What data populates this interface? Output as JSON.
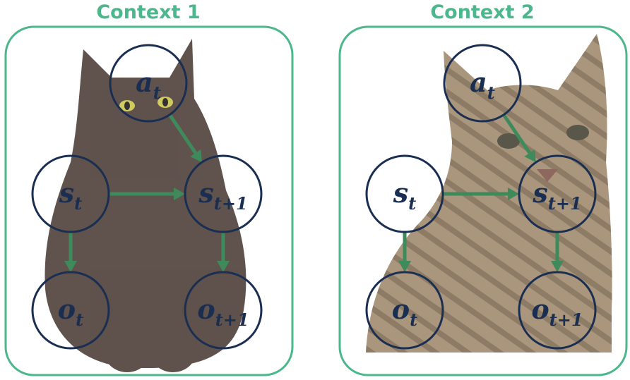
{
  "colors": {
    "title": "#4cb78c",
    "border": "#4cb78c",
    "node_stroke": "#1a2e52",
    "arrow": "#3f8a5a",
    "label": "#1a2e52",
    "cat1_fur": "#4a3b35",
    "cat2_fur": "#9c8466"
  },
  "contexts": [
    {
      "title": "Context 1",
      "background": "black-cat-photo",
      "nodes": {
        "a_t": {
          "base": "a",
          "sub": "t"
        },
        "s_t": {
          "base": "s",
          "sub": "t"
        },
        "s_t1": {
          "base": "s",
          "sub": "t+1"
        },
        "o_t": {
          "base": "o",
          "sub": "t"
        },
        "o_t1": {
          "base": "o",
          "sub": "t+1"
        }
      }
    },
    {
      "title": "Context 2",
      "background": "tabby-cat-photo",
      "nodes": {
        "a_t": {
          "base": "a",
          "sub": "t"
        },
        "s_t": {
          "base": "s",
          "sub": "t"
        },
        "s_t1": {
          "base": "s",
          "sub": "t+1"
        },
        "o_t": {
          "base": "o",
          "sub": "t"
        },
        "o_t1": {
          "base": "o",
          "sub": "t+1"
        }
      }
    }
  ],
  "edges": [
    {
      "from": "a_t",
      "to": "s_t1"
    },
    {
      "from": "s_t",
      "to": "s_t1"
    },
    {
      "from": "s_t",
      "to": "o_t"
    },
    {
      "from": "s_t1",
      "to": "o_t1"
    }
  ]
}
